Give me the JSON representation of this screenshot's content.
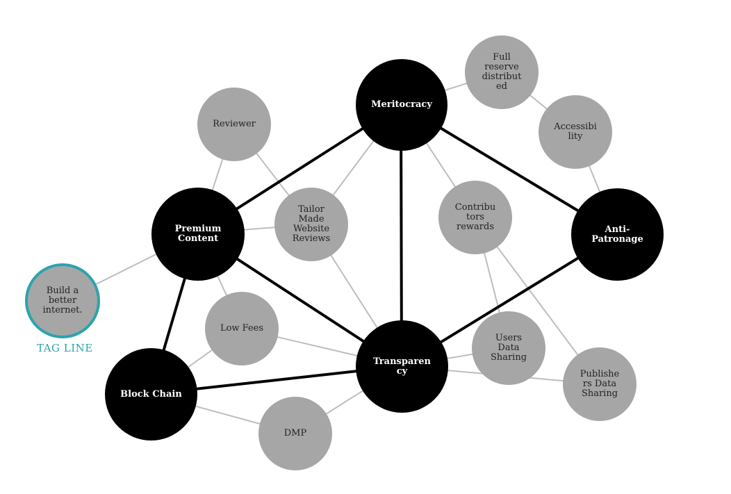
{
  "nodes": {
    "meritocracy": "Meritocracy",
    "premium_content": "Premium\nContent",
    "anti_patronage": "Anti-\nPatronage",
    "transparency": "Transparen\ncy",
    "block_chain": "Block Chain",
    "full_reserve": "Full\nreserve\ndistribut\ned",
    "accessibility": "Accessibi\nlity",
    "reviewer": "Reviewer",
    "tailor_made": "Tailor\nMade\nWebsite\nReviews",
    "contributors_rewards": "Contribu\ntors\nrewards",
    "low_fees": "Low Fees",
    "users_data_sharing": "Users\nData\nSharing",
    "publishers_data_sharing": "Publishe\nrs Data\nSharing",
    "dmp": "DMP",
    "build_better_internet": "Build a\nbetter\ninternet."
  },
  "tagline": "TAG LINE",
  "colors": {
    "major_fill": "#000000",
    "minor_fill": "#a6a6a6",
    "tag_ring": "#2ba3ad",
    "major_edge": "#000000",
    "minor_edge": "#bdbdbd"
  }
}
